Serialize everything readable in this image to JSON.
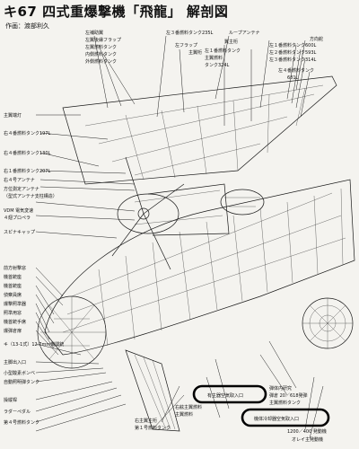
{
  "header": {
    "title": "キ67 四式重爆撃機「飛龍」 解剖図",
    "author": "作画：渡部利久"
  },
  "labels": {
    "left": [
      "主翼端灯",
      "右４番燃料タンク197L",
      "右４番燃料タンク130L",
      "右１番燃料タンク207L",
      "右４号アンテナ",
      "方位測定アンテナ",
      "（型式アンテナ支柱構造）",
      "VDM 電気変速",
      "４翅プロペラ",
      "スピナキャップ",
      "前方射撃窓",
      "機首銃座",
      "機首銃座",
      "偵察員席",
      "爆撃照準器",
      "照準用窓",
      "機首銃手席",
      "爆弾倉扉",
      "キ（13-1式）12.7mm機関銃",
      "主脚出入口",
      "小型酸素ボンベ",
      "自動照明弾タンク",
      "操縦桿",
      "ラダーペダル",
      "第４号燃料タンク"
    ],
    "top": [
      "左補助翼",
      "左翼後縁フラップ",
      "左翼燃料タンク",
      "内側燃料タンク",
      "外側燃料タンク",
      "左３番燃料タンク235L",
      "左フラップ",
      "主翼桁",
      "ループアンテナ",
      "翼主桁",
      "左１番燃料タンク",
      "主翼燃料",
      "タンク324L"
    ],
    "right": [
      "方向舵",
      "左１番燃料タンク600L",
      "左２番燃料タンク593L",
      "左３番燃料タンク314L",
      "左４番燃料タンク",
      "681L"
    ],
    "bottom": [
      "弾体内研究",
      "弾倉 20／618発弾",
      "主翼燃料タンク",
      "右舷主翼燃料",
      "主翼燃料",
      "右主翼主桁",
      "第１号燃料タンク",
      "1200／400 発動機",
      "オレイ主発動機"
    ],
    "circled": [
      "有主器空気取入口",
      "機体冷却器空気取入口"
    ]
  }
}
